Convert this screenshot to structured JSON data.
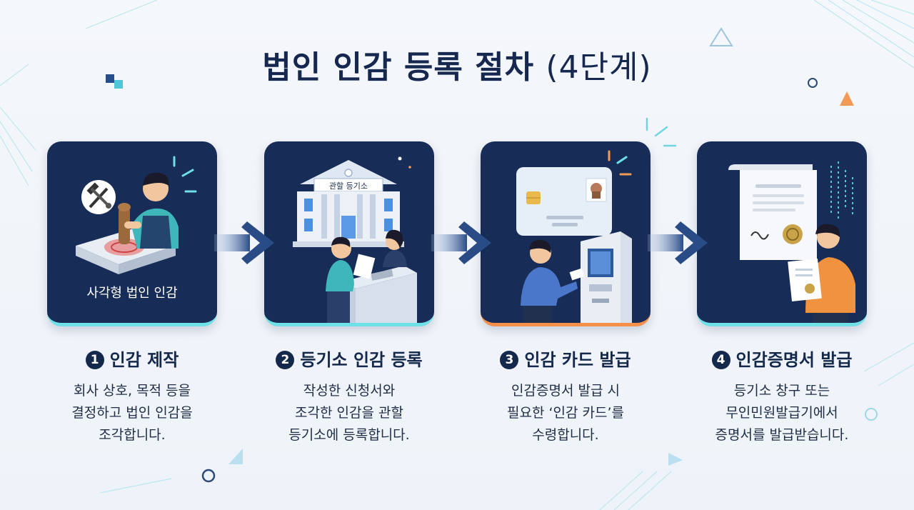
{
  "title": {
    "main": "법인 인감 등록 절차",
    "suffix": "(4단계)"
  },
  "steps": [
    {
      "number": "1",
      "title": "인감 제작",
      "card_caption": "사각형 법인 인감",
      "description": [
        "회사 상호, 목적 등을",
        "결정하고 법인 인감을",
        "조각합니다."
      ]
    },
    {
      "number": "2",
      "title": "등기소 인감 등록",
      "sign_text": "관할 등기소",
      "description": [
        "작성한 신청서와",
        "조각한 인감을 관할",
        "등기소에 등록합니다."
      ]
    },
    {
      "number": "3",
      "title": "인감 카드 발급",
      "description": [
        "인감증명서 발급 시",
        "필요한 ‘인감 카드’를",
        "수령합니다."
      ]
    },
    {
      "number": "4",
      "title": "인감증명서 발급",
      "description": [
        "등기소 창구 또는",
        "무인민원발급기에서",
        "증명서를 발급받습니다."
      ]
    }
  ],
  "colors": {
    "card_bg": "#172d57",
    "title_text": "#16284f",
    "accent_teal": "#6fe0e8",
    "accent_orange": "#f5904a"
  },
  "icons": [
    "tools-icon",
    "seal-stamp-icon",
    "courthouse-icon",
    "person-icon",
    "seal-card-icon",
    "kiosk-icon",
    "certificate-icon",
    "arrow-right-icon"
  ]
}
